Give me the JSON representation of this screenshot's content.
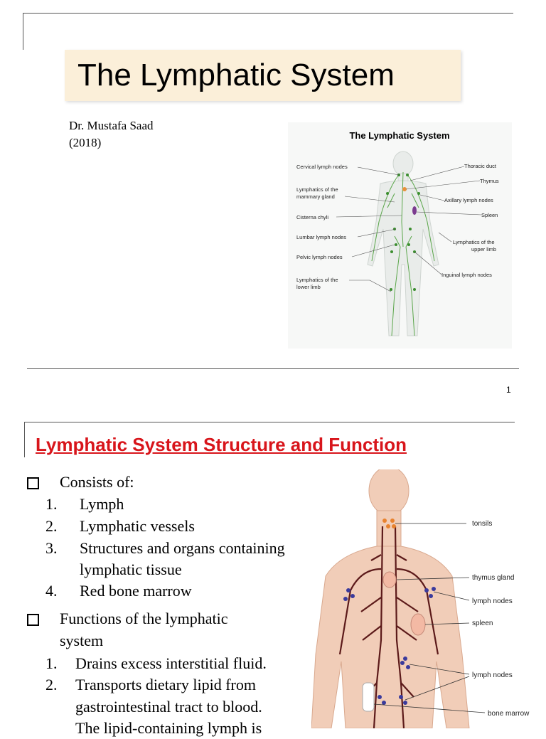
{
  "slide1": {
    "title": "The Lymphatic System",
    "author_line1": "Dr. Mustafa Saad",
    "author_line2": "(2018)",
    "page_number": "1",
    "figure": {
      "title": "The Lymphatic System",
      "labels_left": [
        "Cervical lymph nodes",
        "Lymphatics of the",
        "mammary gland",
        "Cisterna chyli",
        "Lumbar lymph nodes",
        "Pelvic lymph nodes",
        "Lymphatics of the",
        "lower limb"
      ],
      "labels_right": [
        "Thoracic duct",
        "Thymus",
        "Axillary lymph nodes",
        "Spleen",
        "Lymphatics of the",
        "upper limb",
        "Inguinal lymph nodes"
      ]
    }
  },
  "slide2": {
    "title": "Lymphatic System Structure and Function",
    "section1": {
      "heading": "Consists of:",
      "items": [
        {
          "num": "1.",
          "text": "Lymph"
        },
        {
          "num": "2.",
          "text": "Lymphatic vessels"
        },
        {
          "num": "3.",
          "text": "Structures and organs containing",
          "cont": "lymphatic tissue"
        },
        {
          "num": "4.",
          "text": "Red bone marrow"
        }
      ]
    },
    "section2": {
      "heading_line1": "Functions of the lymphatic",
      "heading_line2": "system",
      "items": [
        {
          "num": "1.",
          "text": "Drains excess interstitial fluid."
        },
        {
          "num": "2.",
          "text": "Transports dietary lipid from",
          "cont1": "gastrointestinal tract to blood.",
          "cont2": "The lipid-containing lymph is"
        }
      ]
    },
    "figure": {
      "labels": [
        "tonsils",
        "thymus gland",
        "lymph nodes",
        "spleen",
        "lymph nodes",
        "bone marrow"
      ]
    }
  }
}
